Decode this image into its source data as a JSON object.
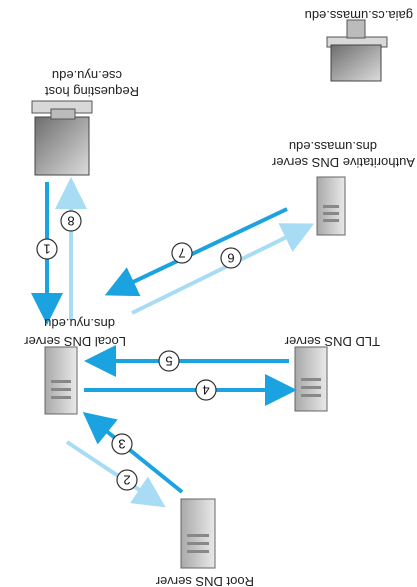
{
  "diagram": {
    "nodes": {
      "authoritative": {
        "title": "Authoritative DNS server",
        "host": "dns.umass.edu"
      },
      "target_host": {
        "host": "gaia.cs.umass.edu"
      },
      "requesting": {
        "title": "Requesting host",
        "host": "cse.nyu.edu"
      },
      "local": {
        "title": "Local DNS server",
        "host": "dns.nyu.edu"
      },
      "tld": {
        "title": "TLD DNS server"
      },
      "root": {
        "title": "Root DNS server"
      }
    },
    "steps": [
      "1",
      "2",
      "3",
      "4",
      "5",
      "6",
      "7",
      "8"
    ],
    "colors": {
      "arrow_dark": "#1aa3e0",
      "arrow_light": "#a8dcf4",
      "server_gray": "#c8c8c8"
    },
    "orientation": "rotated-180"
  }
}
